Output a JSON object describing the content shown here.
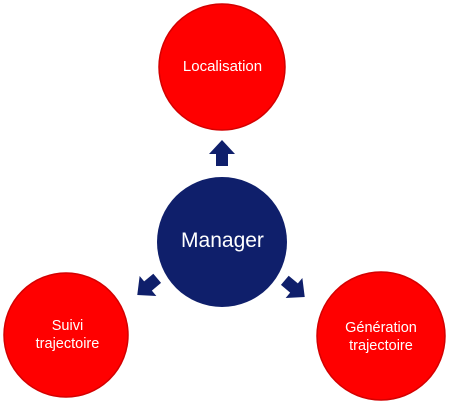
{
  "diagram": {
    "center": {
      "label": "Manager"
    },
    "nodes": [
      {
        "id": "localisation",
        "lines": [
          "Localisation"
        ]
      },
      {
        "id": "suivi",
        "lines": [
          "Suivi",
          "trajectoire"
        ]
      },
      {
        "id": "generation",
        "lines": [
          "Génération",
          "trajectoire"
        ]
      }
    ],
    "colors": {
      "center_fill": "#0f1f6b",
      "node_fill": "#ff0000",
      "node_stroke": "#d40000",
      "arrow_fill": "#0f1f6b",
      "text": "#ffffff"
    }
  }
}
